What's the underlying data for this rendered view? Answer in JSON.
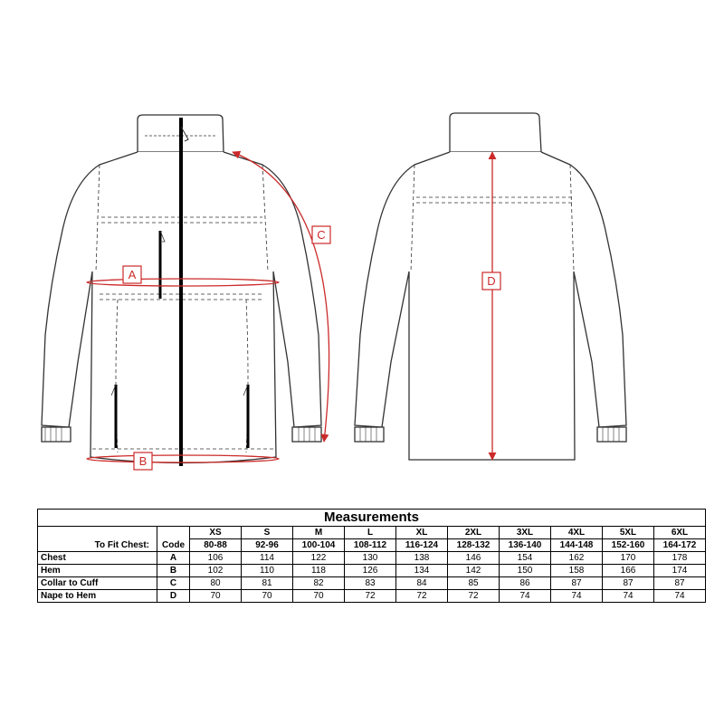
{
  "diagram": {
    "markers": [
      "A",
      "B",
      "C",
      "D"
    ],
    "accent_color": "#cc2a2a",
    "line_color": "#333333"
  },
  "table": {
    "title": "Measurements",
    "fit_label": "To Fit Chest:",
    "code_header": "Code",
    "sizes": [
      "XS",
      "S",
      "M",
      "L",
      "XL",
      "2XL",
      "3XL",
      "4XL",
      "5XL",
      "6XL"
    ],
    "chest_ranges": [
      "80-88",
      "92-96",
      "100-104",
      "108-112",
      "116-124",
      "128-132",
      "136-140",
      "144-148",
      "152-160",
      "164-172"
    ],
    "rows": [
      {
        "label": "Chest",
        "code": "A",
        "values": [
          "106",
          "114",
          "122",
          "130",
          "138",
          "146",
          "154",
          "162",
          "170",
          "178"
        ]
      },
      {
        "label": "Hem",
        "code": "B",
        "values": [
          "102",
          "110",
          "118",
          "126",
          "134",
          "142",
          "150",
          "158",
          "166",
          "174"
        ]
      },
      {
        "label": "Collar to Cuff",
        "code": "C",
        "values": [
          "80",
          "81",
          "82",
          "83",
          "84",
          "85",
          "86",
          "87",
          "87",
          "87"
        ]
      },
      {
        "label": "Nape to Hem",
        "code": "D",
        "values": [
          "70",
          "70",
          "70",
          "72",
          "72",
          "72",
          "74",
          "74",
          "74",
          "74"
        ]
      }
    ]
  }
}
